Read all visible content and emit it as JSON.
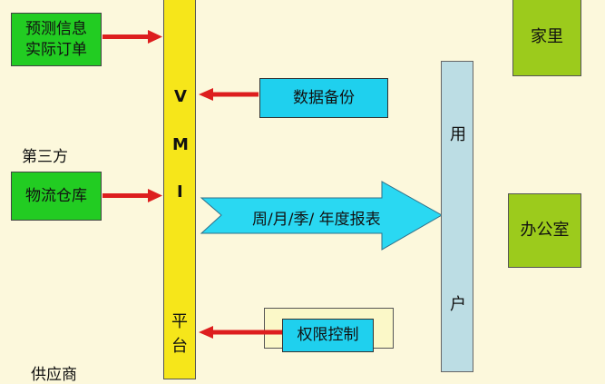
{
  "suppliers": {
    "forecast_box": "预测信息\n实际订单",
    "third_party_label": "第三方",
    "logistics_box": "物流仓库",
    "supplier_label": "供应商"
  },
  "vmi_platform": {
    "chars": [
      "V",
      "M",
      "I",
      "平",
      "台"
    ]
  },
  "services": {
    "backup": "数据备份",
    "reports": "周/月/季/ 年度报表",
    "permissions": "权限控制"
  },
  "user_bar": {
    "chars": [
      "用",
      "户"
    ]
  },
  "locations": {
    "home": "家里",
    "office": "办公室"
  }
}
